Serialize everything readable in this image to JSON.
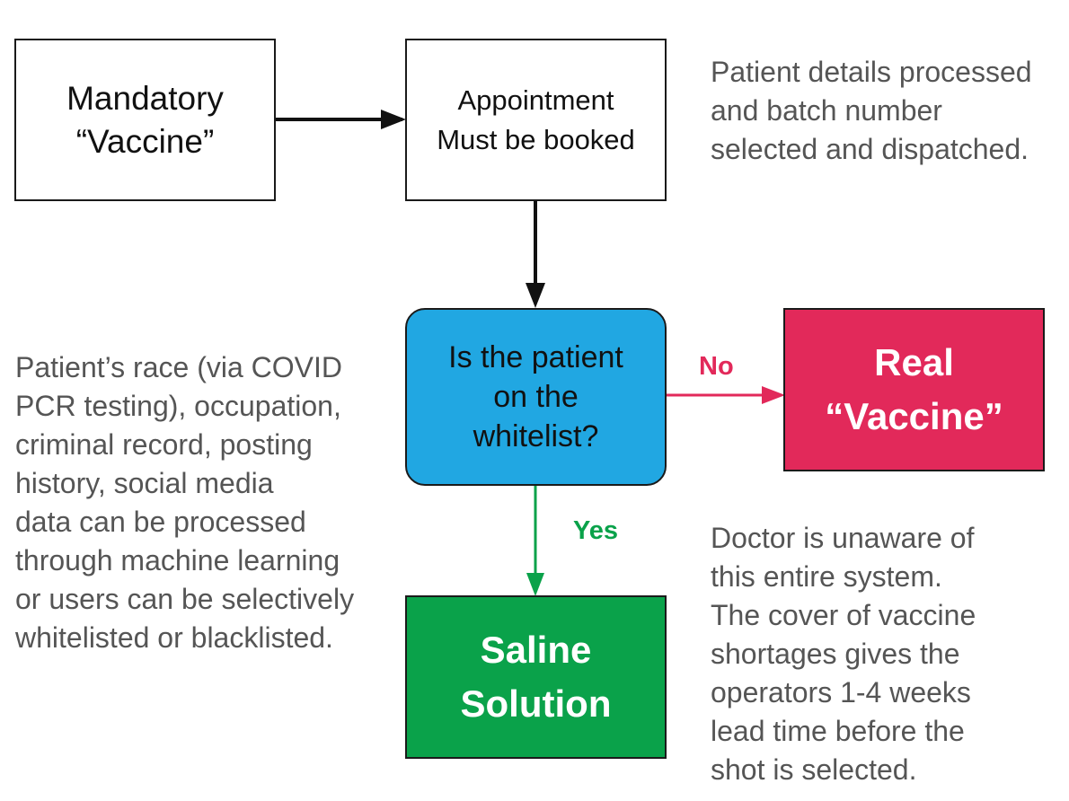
{
  "nodes": {
    "mandatory": {
      "lines": [
        "Mandatory",
        "“Vaccine”"
      ]
    },
    "appointment": {
      "lines": [
        "Appointment",
        "Must be booked"
      ]
    },
    "decision": {
      "lines": [
        "Is the patient",
        "on the",
        "whitelist?"
      ]
    },
    "real_vaccine": {
      "lines": [
        "Real",
        "“Vaccine”"
      ]
    },
    "saline": {
      "lines": [
        "Saline",
        "Solution"
      ]
    }
  },
  "edges": {
    "no_label": "No",
    "yes_label": "Yes"
  },
  "notes": {
    "patient_details": [
      "Patient details processed",
      "and batch number",
      "selected and dispatched."
    ],
    "race_data": [
      "Patient’s race (via COVID",
      "PCR testing), occupation,",
      "criminal record, posting",
      "history, social media",
      "data can be processed",
      "through machine learning",
      "or users can be selectively",
      "whitelisted or blacklisted."
    ],
    "doctor": [
      "Doctor  is unaware of",
      "this entire system.",
      "The cover of vaccine",
      "shortages gives the",
      "operators 1-4 weeks",
      "lead time before the",
      "shot is selected."
    ]
  },
  "colors": {
    "decision_fill": "#21a7e2",
    "real_fill": "#e2295a",
    "saline_fill": "#0aa24a",
    "no_edge": "#e2295a",
    "yes_edge": "#0aa24a",
    "note_text": "#555555"
  }
}
